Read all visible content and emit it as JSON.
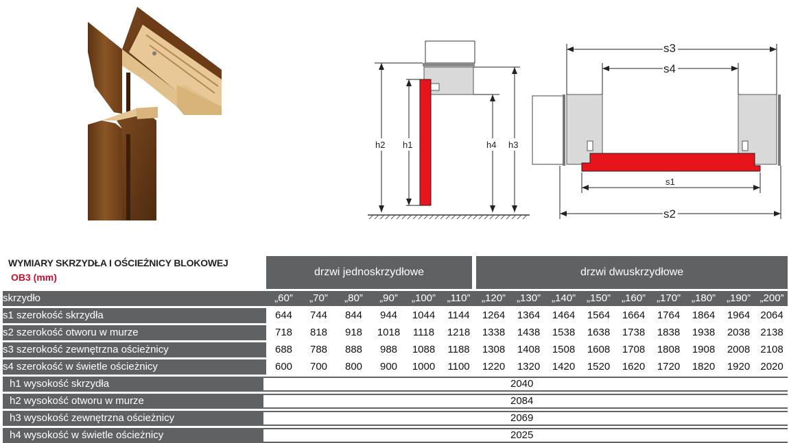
{
  "table": {
    "title": "WYMIARY SKRZYDŁA I OŚCIEŻNICY BLOKOWEJ",
    "subtitle": "OB3 (mm)",
    "group_single": "drzwi jednoskrzydłowe",
    "group_double": "drzwi dwuskrzydłowe",
    "rows": [
      {
        "label": "skrzydło",
        "values": [
          "„60”",
          "„70”",
          "„80”",
          "„90”",
          "„100”",
          "„110”",
          "„120”",
          "„130”",
          "„140”",
          "„150”",
          "„160”",
          "„170”",
          "„180”",
          "„190”",
          "„200”"
        ]
      },
      {
        "label": "s1 szerokość skrzydła",
        "values": [
          "644",
          "744",
          "844",
          "944",
          "1044",
          "1144",
          "1264",
          "1364",
          "1464",
          "1564",
          "1664",
          "1764",
          "1864",
          "1964",
          "2064"
        ]
      },
      {
        "label": "s2 szerokość otworu w murze",
        "values": [
          "718",
          "818",
          "918",
          "1018",
          "1118",
          "1218",
          "1338",
          "1438",
          "1538",
          "1638",
          "1738",
          "1838",
          "1938",
          "2038",
          "2138"
        ]
      },
      {
        "label": "s3 szerokość zewnętrzna ościeżnicy",
        "values": [
          "688",
          "788",
          "888",
          "988",
          "1088",
          "1188",
          "1308",
          "1408",
          "1508",
          "1608",
          "1708",
          "1808",
          "1908",
          "2008",
          "2108"
        ]
      },
      {
        "label": "s4 szerokość w świetle ościeżnicy",
        "values": [
          "600",
          "700",
          "800",
          "900",
          "1000",
          "1100",
          "1220",
          "1320",
          "1420",
          "1520",
          "1620",
          "1720",
          "1820",
          "1920",
          "2020"
        ]
      }
    ],
    "full_rows": [
      {
        "label": "h1 wysokość skrzydła",
        "value": "2040"
      },
      {
        "label": "h2 wysokość otworu w murze",
        "value": "2084"
      },
      {
        "label": "h3 wysokość zewnętrzna ościeżnicy",
        "value": "2069"
      },
      {
        "label": "h4 wysokość w świetle ościeżnicy",
        "value": "2025"
      }
    ]
  },
  "diagram": {
    "side_labels": {
      "h2": "h2",
      "h1": "h1",
      "h4": "h4",
      "h3": "h3"
    },
    "top_labels": {
      "s3": "s3",
      "s4": "s4",
      "s1": "s1",
      "s2": "s2"
    },
    "colors": {
      "leaf": "#e8141b",
      "frame": "#d9d9d9",
      "wood": "#7a4a22",
      "table_bar": "#5f6163",
      "accent": "#c8102e"
    }
  }
}
